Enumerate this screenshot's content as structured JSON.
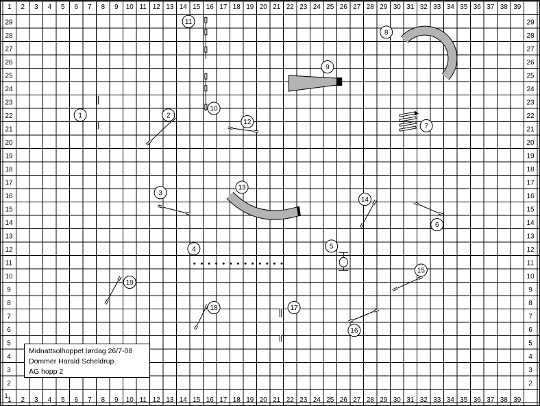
{
  "grid": {
    "cols": 39,
    "rows": 29,
    "bottom_left_label": "1",
    "line_color": "#000000"
  },
  "info_box": {
    "line1": "Midnattsolhoppet lørdag 26/7-08",
    "line2": "Dommer Harald Scheldrup",
    "line3": "AG hopp 2"
  },
  "colors": {
    "tunnel_fill": "#b4b4b4",
    "tunnel_end": "#000000",
    "label_fill": "#ffffff",
    "ink": "#000000"
  },
  "obstacles": [
    {
      "number": "1",
      "type": "jump-vertical",
      "col": 7.6,
      "row": 23.0,
      "label_col": 6.3,
      "label_row": 22.0
    },
    {
      "number": "2",
      "type": "jump-diagonal",
      "col": 12.3,
      "row": 20.8,
      "label_col": 12.9,
      "label_row": 22.0
    },
    {
      "number": "3",
      "type": "jump-diagonal",
      "col": 13.4,
      "row": 14.9,
      "label_col": 12.3,
      "label_row": 16.2
    },
    {
      "number": "4",
      "type": "tire-line",
      "col": 18.5,
      "row": 11.0,
      "label_col": 14.8,
      "label_row": 12.0
    },
    {
      "number": "5",
      "type": "tire",
      "col": 26.0,
      "row": 11.0,
      "label_col": 25.1,
      "label_row": 12.2
    },
    {
      "number": "6",
      "type": "jump-diagonal",
      "col": 32.4,
      "row": 15.0,
      "label_col": 33.0,
      "label_row": 13.8
    },
    {
      "number": "7",
      "type": "walk-ramp",
      "col": 30.7,
      "row": 21.5,
      "label_col": 32.2,
      "label_row": 21.2
    },
    {
      "number": "8",
      "type": "tunnel-curve",
      "col": 32.4,
      "row": 26.5,
      "label_col": 29.2,
      "label_row": 28.2
    },
    {
      "number": "9",
      "type": "chute",
      "col": 23.4,
      "row": 24.5,
      "label_col": 24.8,
      "label_row": 25.6
    },
    {
      "number": "10",
      "type": "weave-lower",
      "col": 15.7,
      "row": 23.7,
      "label_col": 16.3,
      "label_row": 22.5
    },
    {
      "number": "11",
      "type": "weave-upper",
      "col": 15.7,
      "row": 27.7,
      "label_col": 14.4,
      "label_row": 29.0
    },
    {
      "number": "12",
      "type": "jump-diagonal",
      "col": 18.5,
      "row": 20.9,
      "label_col": 18.8,
      "label_row": 21.5
    },
    {
      "number": "13",
      "type": "tunnel-curve",
      "col": 20.0,
      "row": 15.3,
      "label_col": 18.4,
      "label_row": 16.6
    },
    {
      "number": "14",
      "type": "jump-diagonal",
      "col": 27.8,
      "row": 14.6,
      "label_col": 27.6,
      "label_row": 15.7
    },
    {
      "number": "15",
      "type": "jump-diagonal",
      "col": 30.8,
      "row": 9.4,
      "label_col": 31.8,
      "label_row": 10.4
    },
    {
      "number": "16",
      "type": "jump-diagonal",
      "col": 27.5,
      "row": 7.0,
      "label_col": 26.8,
      "label_row": 5.9
    },
    {
      "number": "17",
      "type": "jump-vertical",
      "col": 21.3,
      "row": 7.1,
      "label_col": 22.3,
      "label_row": 7.6
    },
    {
      "number": "18",
      "type": "jump-diagonal",
      "col": 15.4,
      "row": 6.9,
      "label_col": 16.3,
      "label_row": 7.6
    },
    {
      "number": "19",
      "type": "jump-diagonal",
      "col": 8.8,
      "row": 8.9,
      "label_col": 10.0,
      "label_row": 9.5
    }
  ]
}
